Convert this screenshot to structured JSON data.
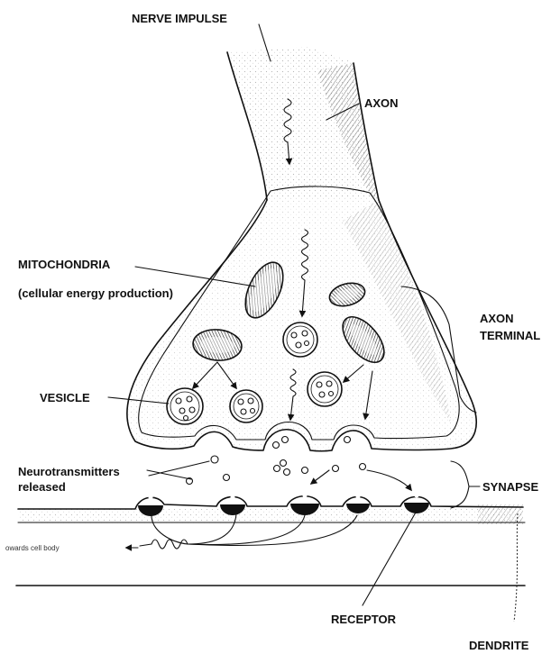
{
  "labels": {
    "nerve_impulse": "NERVE IMPULSE",
    "axon": "AXON",
    "mitochondria": "MITOCHONDRIA",
    "mitochondria_note": "(cellular energy production)",
    "axon_terminal_line1": "AXON",
    "axon_terminal_line2": "TERMINAL",
    "vesicle": "VESICLE",
    "neurotransmitters_line1": "Neurotransmitters",
    "neurotransmitters_line2": "released",
    "synapse": "SYNAPSE",
    "to_cell_body": "owards cell body",
    "receptor": "RECEPTOR",
    "dendrite": "DENDRITE"
  },
  "colors": {
    "ink": "#111111",
    "shade": "#9a9a9a",
    "background": "#ffffff"
  }
}
